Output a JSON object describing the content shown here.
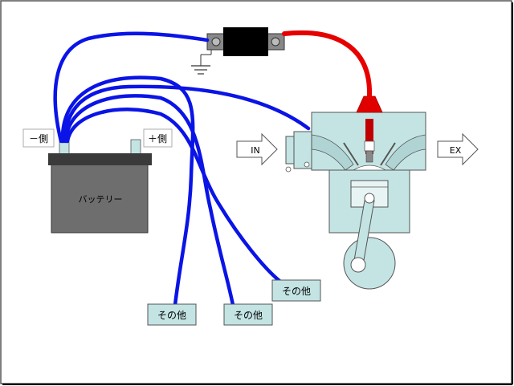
{
  "labels": {
    "negative_terminal": "－側",
    "positive_terminal": "＋側",
    "battery": "バッテリー",
    "intake": "IN",
    "exhaust": "EX",
    "other_1": "その他",
    "other_2": "その他",
    "other_3": "その他"
  },
  "colors": {
    "wire_ground": "#0a14e6",
    "wire_plug": "#e60000",
    "engine_body": "#c4e4e4",
    "battery_body": "#6e6e6e",
    "battery_top": "#3a3a3a",
    "ignition_coil": "#000000"
  }
}
